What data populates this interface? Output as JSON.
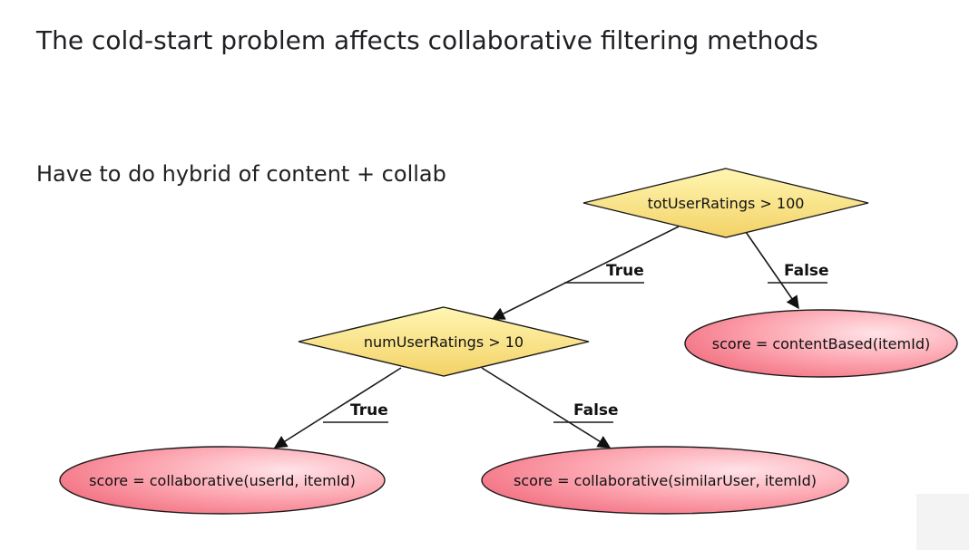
{
  "slide": {
    "title": "The cold-start problem affects collaborative filtering methods",
    "subtitle": "Have to do hybrid of content + collab"
  },
  "diagram": {
    "decisions": {
      "root": "totUserRatings > 100",
      "child": "numUserRatings > 10"
    },
    "outcomes": {
      "content": "score = contentBased(itemId)",
      "collab_user": "score = collaborative(userId, itemId)",
      "collab_similar": "score = collaborative(similarUser, itemId)"
    },
    "edges": {
      "root_true": "True",
      "root_false": "False",
      "child_true": "True",
      "child_false": "False"
    },
    "colors": {
      "decision_fill_top": "#fff6b3",
      "decision_fill_bottom": "#f3d267",
      "outcome_fill_light": "#ffd0d6",
      "outcome_fill_dark": "#f77e8c",
      "stroke": "#1a1a1a"
    }
  }
}
